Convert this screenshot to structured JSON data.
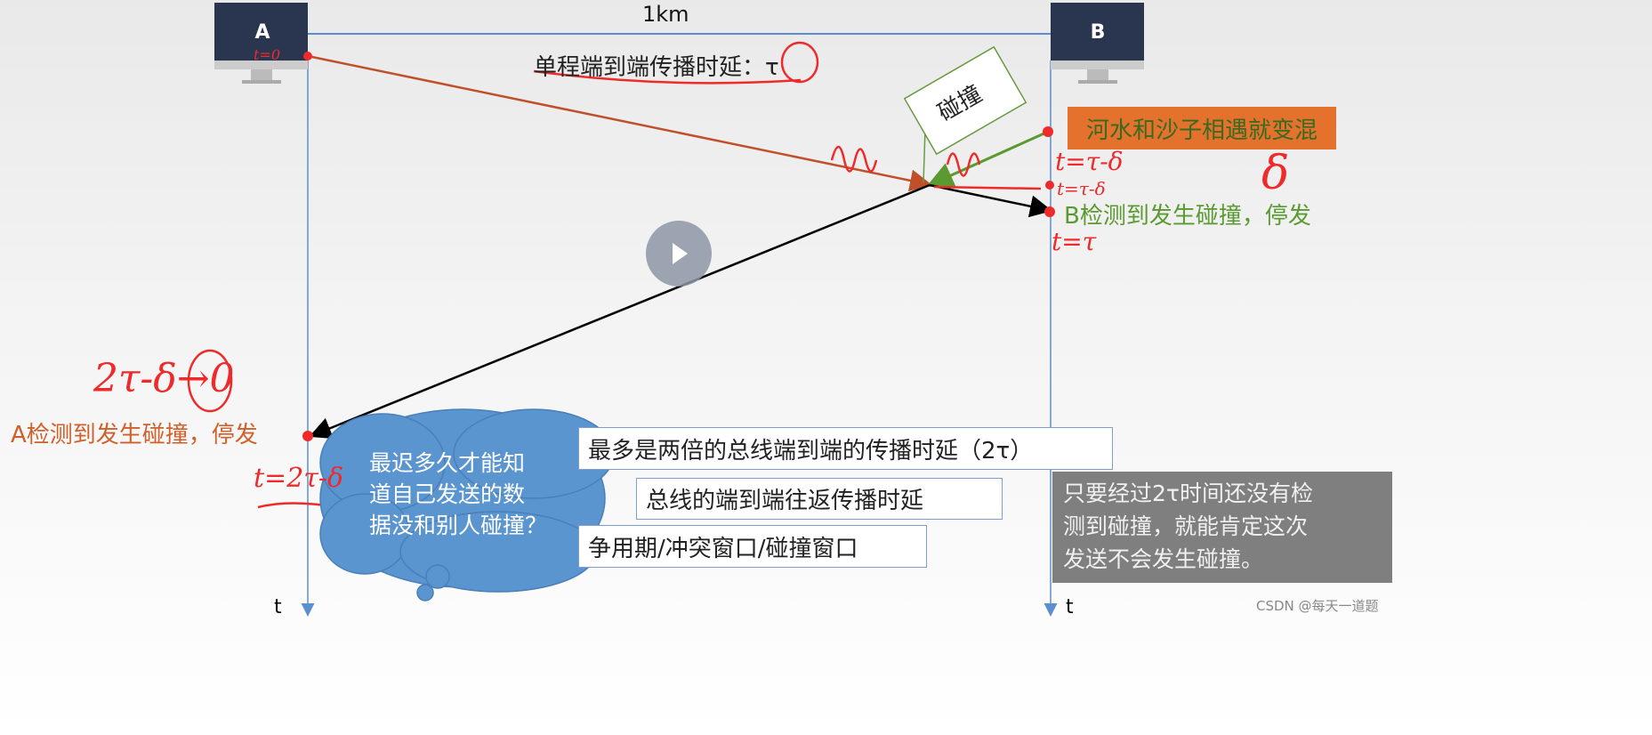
{
  "nodes": {
    "a_label": "A",
    "b_label": "B"
  },
  "distance_label": "1km",
  "time_axis_label": "t",
  "propagation_label": "单程端到端传播时延：τ",
  "collision_label": "碰撞",
  "analogy_label": "河水和沙子相遇就变混",
  "b_detect_label": "B检测到发生碰撞，停发",
  "a_detect_label": "A检测到发生碰撞，停发",
  "question_cloud": {
    "lines": [
      "最迟多久才能知",
      "道自己发送的数",
      "据没和别人碰撞？"
    ]
  },
  "answers": [
    "最多是两倍的总线端到端的传播时延（2τ）",
    "总线的端到端往返传播时延",
    "争用期/冲突窗口/碰撞窗口"
  ],
  "conclusion": {
    "lines": [
      "只要经过2τ时间还没有检",
      "测到碰撞，就能肯定这次",
      "发送不会发生碰撞。"
    ]
  },
  "handwriting": {
    "t0": "t=0",
    "t_tau_minus_delta": "t=τ-δ",
    "t_tau_minus_delta2": "t=τ-δ",
    "delta": "δ",
    "t_tau": "t=τ",
    "limit": "2τ-δ→0",
    "t_2tau": "t=2τ-δ"
  },
  "watermark": "CSDN @每天一道题",
  "colors": {
    "orange_arrow": "#c0502a",
    "green_arrow": "#5a9a30",
    "cloud": "#5b95d0",
    "conclusion_bg": "#7f7f7f",
    "analogy_bg": "#e4722c",
    "annotation_red": "#ee2a2a"
  },
  "player": {
    "icon": "play-icon"
  }
}
